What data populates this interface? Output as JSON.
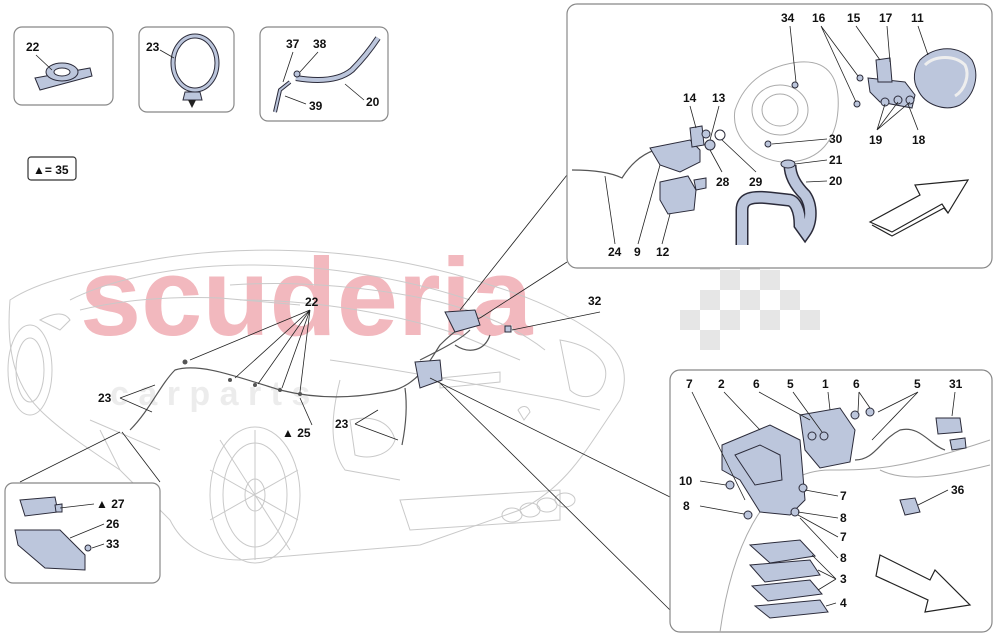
{
  "watermark": {
    "brand": "scuderia",
    "sub": "c a r   p a r t s",
    "brand_color": "#f2b8be",
    "sub_color": "#ececec"
  },
  "colors": {
    "part_fill": "#bcc6dc",
    "part_stroke": "#2b2b3a",
    "car_line": "#c9c9c9",
    "box_border": "#888888"
  },
  "legend_box": {
    "text": "▲= 35"
  },
  "labels": {
    "c22": "22",
    "c23": "23",
    "c37": "37",
    "c38": "38",
    "c39": "39",
    "c20a": "20",
    "t34": "34",
    "t16": "16",
    "t15": "15",
    "t17": "17",
    "t11": "11",
    "t14": "14",
    "t13": "13",
    "t19": "19",
    "t18": "18",
    "t30": "30",
    "t21": "21",
    "t20": "20",
    "t28": "28",
    "t29": "29",
    "t24": "24",
    "t9": "9",
    "t12": "12",
    "m22": "22",
    "m32": "32",
    "m23a": "23",
    "m25": "▲ 25",
    "m23b": "23",
    "l27": "▲ 27",
    "l26": "26",
    "l33": "33",
    "r7a": "7",
    "r2": "2",
    "r6a": "6",
    "r5a": "5",
    "r1": "1",
    "r6b": "6",
    "r5b": "5",
    "r31": "31",
    "r10": "10",
    "r8a": "8",
    "r7b": "7",
    "r8b": "8",
    "r7c": "7",
    "r8c": "8",
    "r36": "36",
    "r3": "3",
    "r4": "4"
  }
}
